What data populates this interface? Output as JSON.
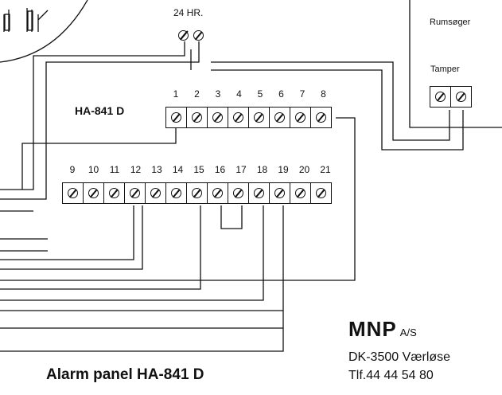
{
  "timer": {
    "label": "24 HR."
  },
  "panel": {
    "model_label": "HA-841 D",
    "top_row_numbers": [
      "1",
      "2",
      "3",
      "4",
      "5",
      "6",
      "7",
      "8"
    ],
    "bottom_row_numbers": [
      "9",
      "10",
      "11",
      "12",
      "13",
      "14",
      "15",
      "16",
      "17",
      "18",
      "19",
      "20",
      "21"
    ]
  },
  "detector": {
    "title": "Rumsøger",
    "tamper_label": "Tamper"
  },
  "caption": "Alarm panel HA-841 D",
  "manufacturer": {
    "name": "MNP",
    "suffix": "A/S",
    "address": "DK-3500 Værløse",
    "phone": "Tlf.44 44 54 80"
  }
}
